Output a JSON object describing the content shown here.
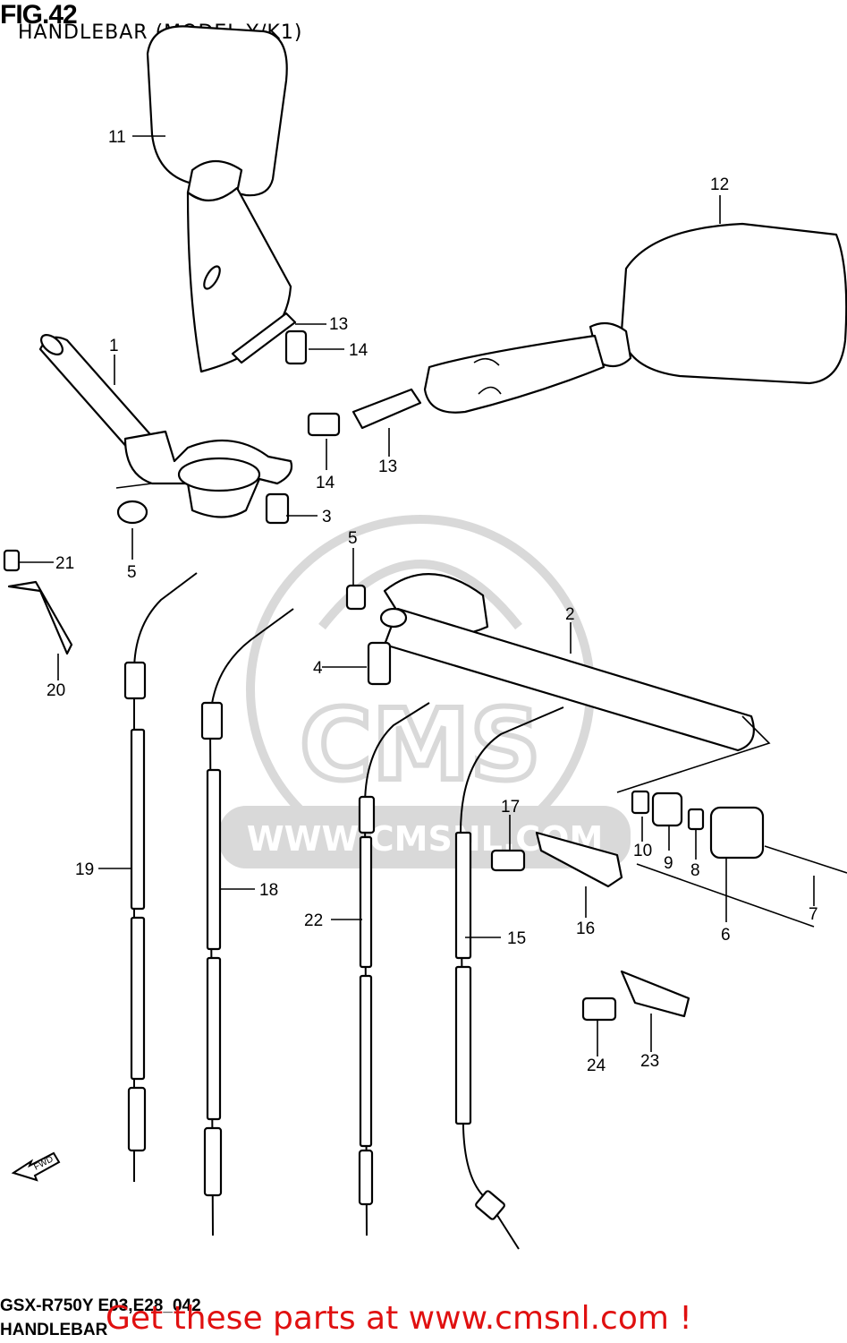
{
  "header": {
    "figure_number": "FIG.42",
    "figure_title": "HANDLEBAR (MODEL Y/K1)"
  },
  "footer": {
    "model_code": "GSX-R750Y E03,E28_042",
    "section_name": "HANDLEBAR",
    "promo_text": "Get these parts at www.cmsnl.com !",
    "promo_color": "#e01010"
  },
  "watermark": {
    "logo_text": "CMS",
    "url_text": "WWW.CMSNL.COM"
  },
  "direction_arrow": {
    "label": "FWD",
    "icon": "forward-arrow-icon"
  },
  "callouts": [
    "1",
    "2",
    "3",
    "4",
    "5",
    "5",
    "6",
    "7",
    "8",
    "9",
    "10",
    "11",
    "12",
    "13",
    "13",
    "14",
    "14",
    "15",
    "16",
    "17",
    "18",
    "19",
    "20",
    "21",
    "22",
    "23",
    "24"
  ]
}
